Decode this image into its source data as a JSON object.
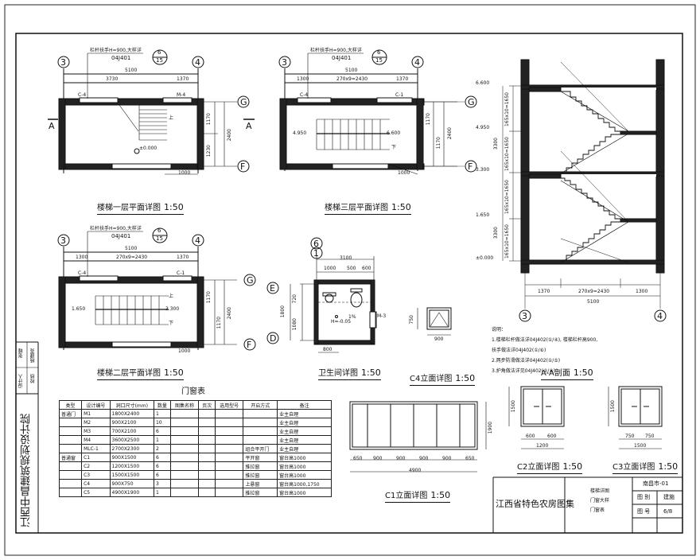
{
  "titles": {
    "plan1": "楼梯一层平面详图",
    "plan2": "楼梯二层平面详图",
    "plan3": "楼梯三层平面详图",
    "wc": "卫生间详图",
    "c1": "C1立面详图",
    "c2": "C2立面详图",
    "c3": "C3立面详图",
    "c4": "C4立面详图",
    "section": "A-A剖面",
    "scale": "1:50"
  },
  "notes": {
    "heading": "说明：",
    "n1": "1.楼梯栏杆做法详04J402(①/④), 楼梯栏杆高900,",
    "n1b": "扶手做法详04J402(①/⑥)",
    "n2": "2.两步防滑做法详04J402(①/⑤)",
    "n3": "3.护角做法详见04J402(②/⑥)."
  },
  "railing_note": {
    "l1": "栏杆扶手H=900,大样详",
    "l2": "04J401",
    "ref_top": "6",
    "ref_bottom": "15"
  },
  "table": {
    "title": "门窗表",
    "headers": [
      "类型",
      "设计编号",
      "洞口尺寸(mm)",
      "数量",
      "图集名称",
      "页次",
      "选用型号",
      "开启方式",
      "备注"
    ],
    "rows": [
      [
        "普通门",
        "M1",
        "1800X2400",
        "1",
        "",
        "",
        "",
        "",
        "业主自理"
      ],
      [
        "",
        "M2",
        "900X2100",
        "10",
        "",
        "",
        "",
        "",
        "业主自理"
      ],
      [
        "",
        "M3",
        "700X2100",
        "6",
        "",
        "",
        "",
        "",
        "业主自理"
      ],
      [
        "",
        "M4",
        "3600X2500",
        "1",
        "",
        "",
        "",
        "",
        "业主自理"
      ],
      [
        "",
        "MLC-1",
        "2700X2300",
        "2",
        "",
        "",
        "",
        "组合平开门",
        "业主自理"
      ],
      [
        "普通窗",
        "C1",
        "900X1500",
        "6",
        "",
        "",
        "",
        "平开窗",
        "窗台高1000"
      ],
      [
        "",
        "C2",
        "1200X1500",
        "6",
        "",
        "",
        "",
        "推拉窗",
        "窗台高1000"
      ],
      [
        "",
        "C3",
        "1500X1500",
        "6",
        "",
        "",
        "",
        "推拉窗",
        "窗台高1000"
      ],
      [
        "",
        "C4",
        "900X750",
        "3",
        "",
        "",
        "",
        "上悬窗",
        "窗台高1000,1750"
      ],
      [
        "",
        "C5",
        "4900X1900",
        "1",
        "",
        "",
        "",
        "推拉窗",
        "窗台高1000"
      ]
    ]
  },
  "titleblock": {
    "org": "江西中昌建筑规划设计院",
    "designer_label": "设计人",
    "checker_label": "校核",
    "designer_sign": "张峰",
    "checker_sign": "杨建亮",
    "collection": "江西省特色农房图集",
    "contents": [
      "楼梯详图",
      "门窗大样",
      "门窗表"
    ],
    "code": "南昌市-01",
    "kind_label": "图 别",
    "kind_value": "建施",
    "no_label": "图 号",
    "no_value": "6/8"
  },
  "axes": {
    "a3": "3",
    "a4": "4",
    "g": "G",
    "f": "F",
    "e": "E",
    "d": "D",
    "a6": "6",
    "a1": "1",
    "sec": "A"
  },
  "dims": {
    "p1_total": "5100",
    "p1_a": "3730",
    "p1_b": "1370",
    "p1_v1": "1170",
    "p1_v2": "1230",
    "p1_vt": "2400",
    "p1_bot": "1000",
    "p1_elev": "±0.000",
    "p1_m4": "M-4",
    "p1_c4": "C-4",
    "p1_up": "上",
    "p3_total": "5100",
    "p3_a": "1300",
    "p3_b": "270x9=2430",
    "p3_c": "1370",
    "p3_v1": "1170",
    "p3_v2": "1170",
    "p3_vt": "2400",
    "p3_bot": "1000",
    "p3_e1": "4.950",
    "p3_e2": "6.600",
    "p3_c4": "C-4",
    "p3_c1": "C-1",
    "p3_down": "下",
    "p2_total": "5100",
    "p2_a": "1300",
    "p2_b": "270x9=2430",
    "p2_c": "1370",
    "p2_v1": "1170",
    "p2_v2": "1170",
    "p2_vt": "2400",
    "p2_bot": "1000",
    "p2_e1": "1.650",
    "p2_e2": "3.300",
    "p2_c4": "C-4",
    "p2_c1": "C-1",
    "p2_up": "上",
    "p2_down": "下",
    "wc_total": "3100",
    "wc_a": "1000",
    "wc_b": "500",
    "wc_c": "600",
    "wc_v1": "720",
    "wc_v2": "1080",
    "wc_vt": "1800",
    "wc_bot": "800",
    "wc_h": "H=-0.05",
    "wc_pct": "1%",
    "wc_m3": "M-3",
    "sec_e1": "6.600",
    "sec_e2": "4.950",
    "sec_e3": "3.300",
    "sec_e4": "1.650",
    "sec_e5": "±0.000",
    "sec_f1": "165x10=1650",
    "sec_f2": "165x10=1650",
    "sec_f3": "165x10=1650",
    "sec_f4": "165x10=1650",
    "sec_h1": "3300",
    "sec_h2": "3300",
    "sec_b1": "1370",
    "sec_b2": "270x9=2430",
    "sec_b3": "1300",
    "sec_bt": "5100",
    "c4_w": "900",
    "c4_h": "750",
    "c1_d": [
      "650",
      "900",
      "900",
      "900",
      "900",
      "650"
    ],
    "c1_w": "4900",
    "c1_h": "1900",
    "c2_a": "600",
    "c2_b": "600",
    "c2_w": "1200",
    "c2_h": "1500",
    "c3_a": "750",
    "c3_b": "750",
    "c3_w": "1500",
    "c3_h": "1500"
  }
}
